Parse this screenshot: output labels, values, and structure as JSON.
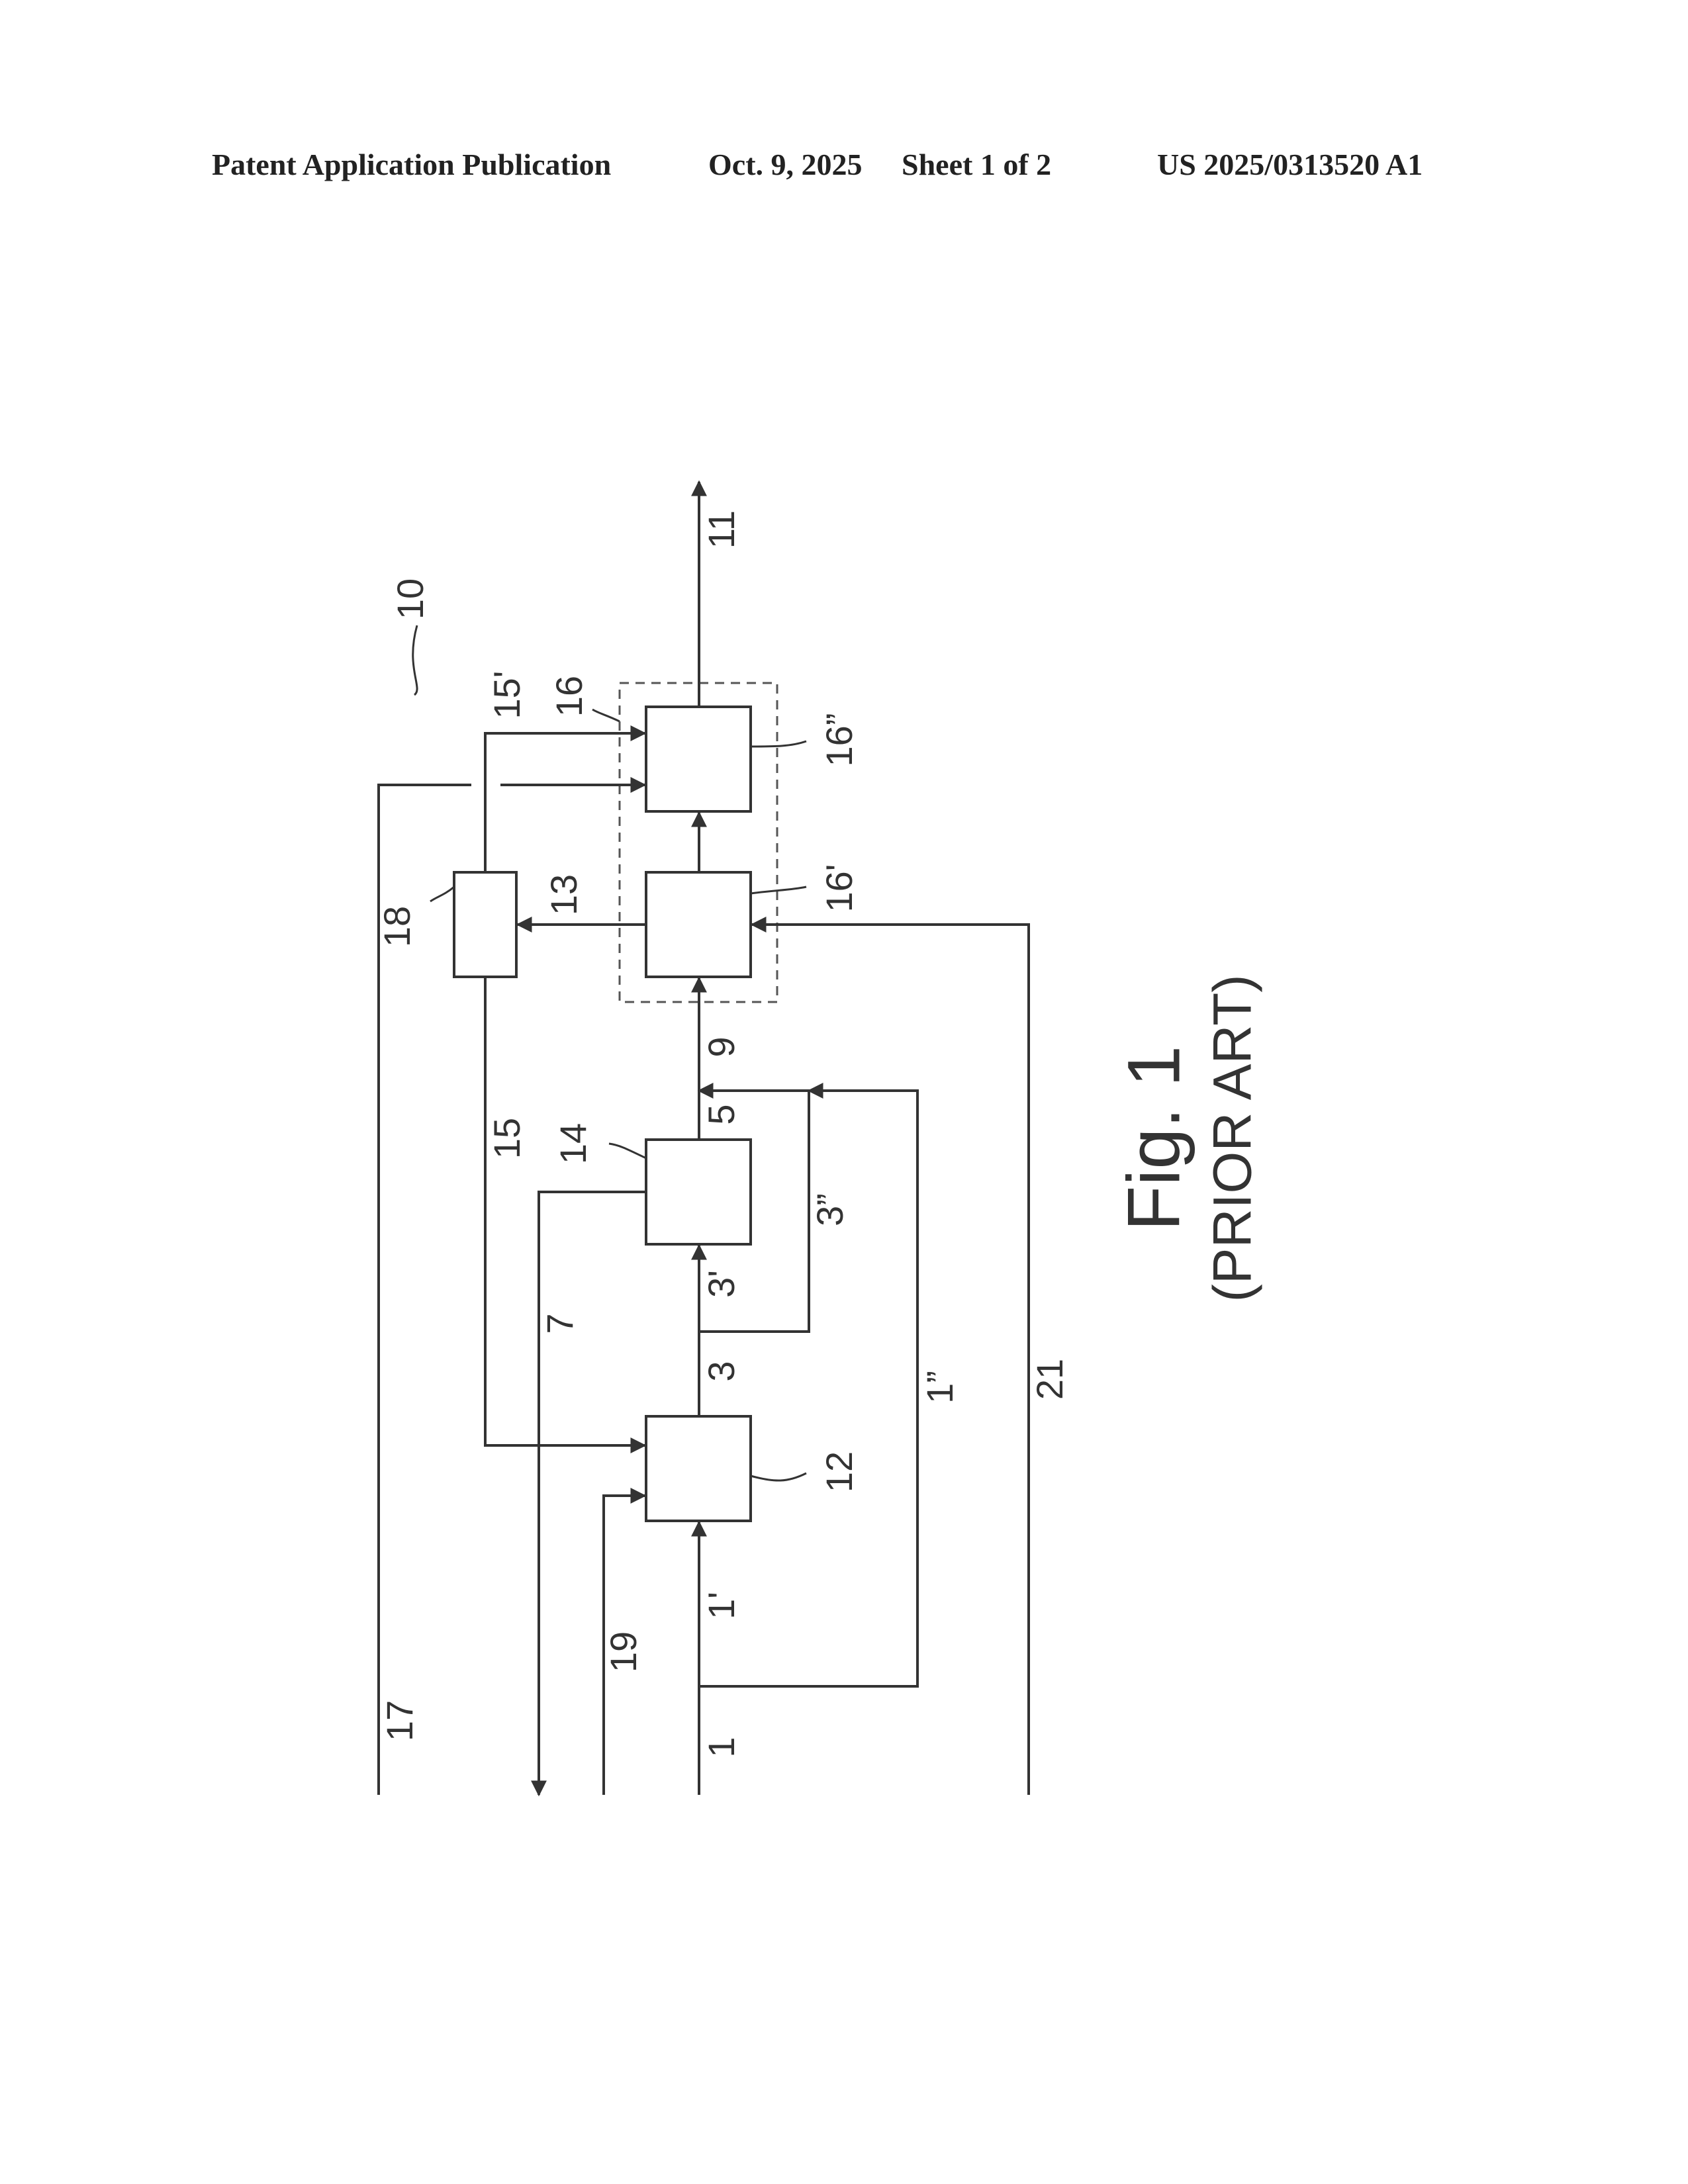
{
  "header": {
    "publication": "Patent Application Publication",
    "date": "Oct. 9, 2025",
    "sheet": "Sheet 1 of 2",
    "number": "US 2025/0313520 A1"
  },
  "figure": {
    "title": "Fig. 1",
    "subtitle": "(PRIOR ART)"
  },
  "labels": {
    "system": "10",
    "stream_1": "1",
    "stream_1p": "1'",
    "stream_1pp": "1”",
    "stream_3": "3",
    "stream_3p": "3'",
    "stream_3pp": "3”",
    "stream_5": "5",
    "stream_7": "7",
    "stream_9": "9",
    "stream_11": "11",
    "stream_13": "13",
    "stream_15": "15",
    "stream_15p": "15'",
    "stream_17": "17",
    "stream_19": "19",
    "stream_21": "21",
    "unit_12": "12",
    "unit_14": "14",
    "unit_16": "16",
    "unit_16p": "16'",
    "unit_16pp": "16”",
    "unit_18": "18"
  }
}
